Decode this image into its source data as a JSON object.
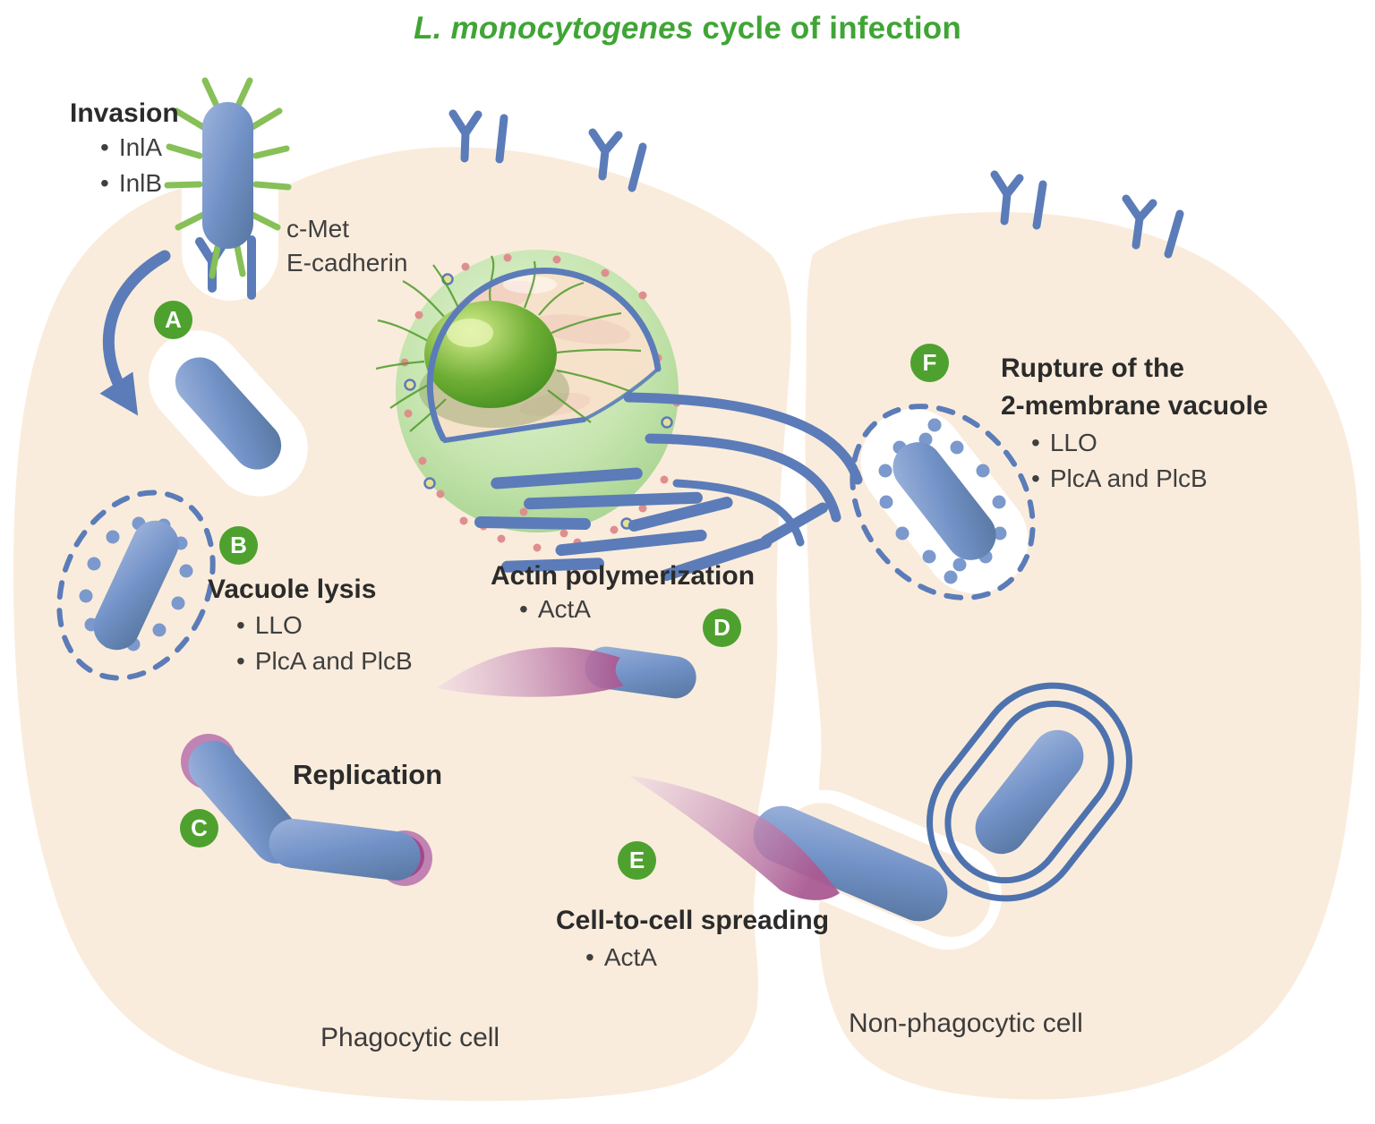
{
  "ui": {
    "bullet": "•"
  },
  "title": {
    "name_italic": "L. monocytogenes",
    "rest": " cycle of infection"
  },
  "steps": {
    "A": {
      "letter": "A",
      "label": "Invasion",
      "bullets": [
        "InlA",
        "InlB"
      ]
    },
    "B": {
      "letter": "B",
      "label": "Vacuole lysis",
      "bullets": [
        "LLO",
        "PlcA and PlcB"
      ]
    },
    "C": {
      "letter": "C",
      "label": "Replication"
    },
    "D": {
      "letter": "D",
      "label": "Actin polymerization",
      "bullets": [
        "ActA"
      ]
    },
    "E": {
      "letter": "E",
      "label": "Cell-to-cell spreading",
      "bullets": [
        "ActA"
      ]
    },
    "F": {
      "letter": "F",
      "label_line1": "Rupture of the",
      "label_line2": "2-membrane vacuole",
      "bullets": [
        "LLO",
        "PlcA and PlcB"
      ]
    }
  },
  "receptor_labels": {
    "line1": "c-Met",
    "line2": "E-cadherin"
  },
  "cell_labels": {
    "left": "Phagocytic cell",
    "right": "Non-phagocytic cell"
  },
  "colors": {
    "title_green": "#3fa535",
    "badge_green": "#4ea12e",
    "cell_fill": "#faecdc",
    "bacterium_blue": "#7292c7",
    "membrane_blue": "#5b7cb8",
    "pili_green": "#86c057",
    "actin_pink": "#a85890"
  }
}
